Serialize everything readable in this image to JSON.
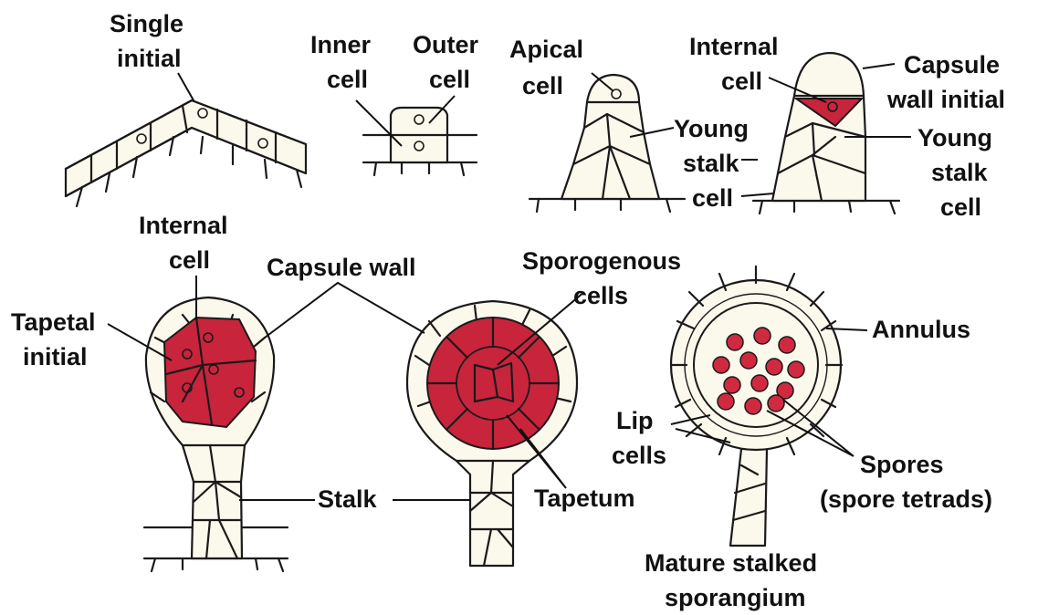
{
  "colors": {
    "cell_fill": "#fbf8ec",
    "outline": "#1a1a1a",
    "sporogenous_red": "#c8243c",
    "spore_fill": "#d02a40",
    "background": "#ffffff"
  },
  "labels": {
    "single_initial": [
      "Single",
      "initial"
    ],
    "inner_cell": [
      "Inner",
      "cell"
    ],
    "outer_cell": [
      "Outer",
      "cell"
    ],
    "apical_cell": [
      "Apical",
      "cell"
    ],
    "young_stalk_cell_1": [
      "Young",
      "stalk",
      "cell"
    ],
    "internal_cell_top": [
      "Internal",
      "cell"
    ],
    "capsule_wall_initial": [
      "Capsule",
      "wall initial"
    ],
    "young_stalk_cell_2": [
      "Young",
      "stalk",
      "cell"
    ],
    "internal_cell_mid": [
      "Internal",
      "cell"
    ],
    "tapetal_initial": [
      "Tapetal",
      "initial"
    ],
    "capsule_wall": "Capsule wall",
    "sporogenous_cells": [
      "Sporogenous",
      "cells"
    ],
    "annulus": "Annulus",
    "lip_cells": [
      "Lip",
      "cells"
    ],
    "stalk": "Stalk",
    "tapetum": "Tapetum",
    "spores": [
      "Spores",
      "(spore tetrads)"
    ],
    "mature_sporangium": [
      "Mature stalked",
      "sporangium"
    ]
  }
}
